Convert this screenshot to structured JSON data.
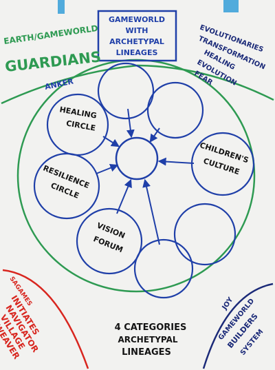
{
  "title_box": {
    "lines": [
      "GAMEWORLD",
      "WITH",
      "ARCHETYPAL",
      "LINEAGES"
    ]
  },
  "top_left": {
    "line1": "EARTH/GAMEWORLD",
    "line2": "GUARDIANS",
    "sub": "ANKER"
  },
  "top_right": {
    "lines": [
      "EVOLUTIONARIES",
      "TRANSFORMATION",
      "HEALING",
      "EVOLUTION",
      "FEAR"
    ]
  },
  "circles": {
    "healing": [
      "HEALING",
      "CIRCLE"
    ],
    "childrens": [
      "CHILDREN'S",
      "CULTURE"
    ],
    "resilience": [
      "RESILIENCE",
      "CIRCLE"
    ],
    "vision": [
      "VISION",
      "FORUM"
    ]
  },
  "bottom_left": {
    "header": "SAGAMES",
    "lines": [
      "INITIATES",
      "NAVIGATOR",
      "VILLAGE",
      "WEAVER"
    ]
  },
  "bottom_center": {
    "lines": [
      "4 CATEGORIES",
      "ARCHETYPAL",
      "LINEAGES"
    ]
  },
  "bottom_right": {
    "lines": [
      "JOY",
      "GAMEWORLD",
      "BUILDERS",
      "SYSTEM"
    ]
  },
  "colors": {
    "green": "#2e9a52",
    "blue": "#1f3fa8",
    "navy": "#1b2a78",
    "red": "#d8261f",
    "black": "#141414",
    "tape": "#3fa3d9"
  }
}
